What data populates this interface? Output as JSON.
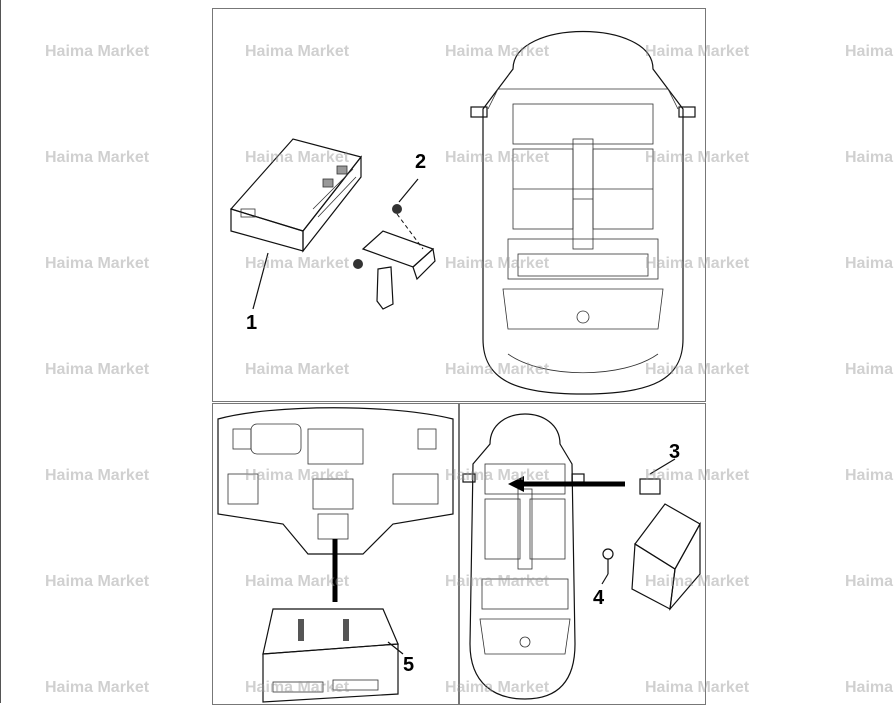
{
  "callouts": {
    "c1": "1",
    "c2": "2",
    "c3": "3",
    "c4": "4",
    "c5": "5"
  },
  "watermark": {
    "text": "Haima Market"
  },
  "views": {
    "top": "module-and-bracket-with-car-topview",
    "bottom_left": "dashboard-with-module",
    "bottom_right": "car-topview-with-module"
  }
}
